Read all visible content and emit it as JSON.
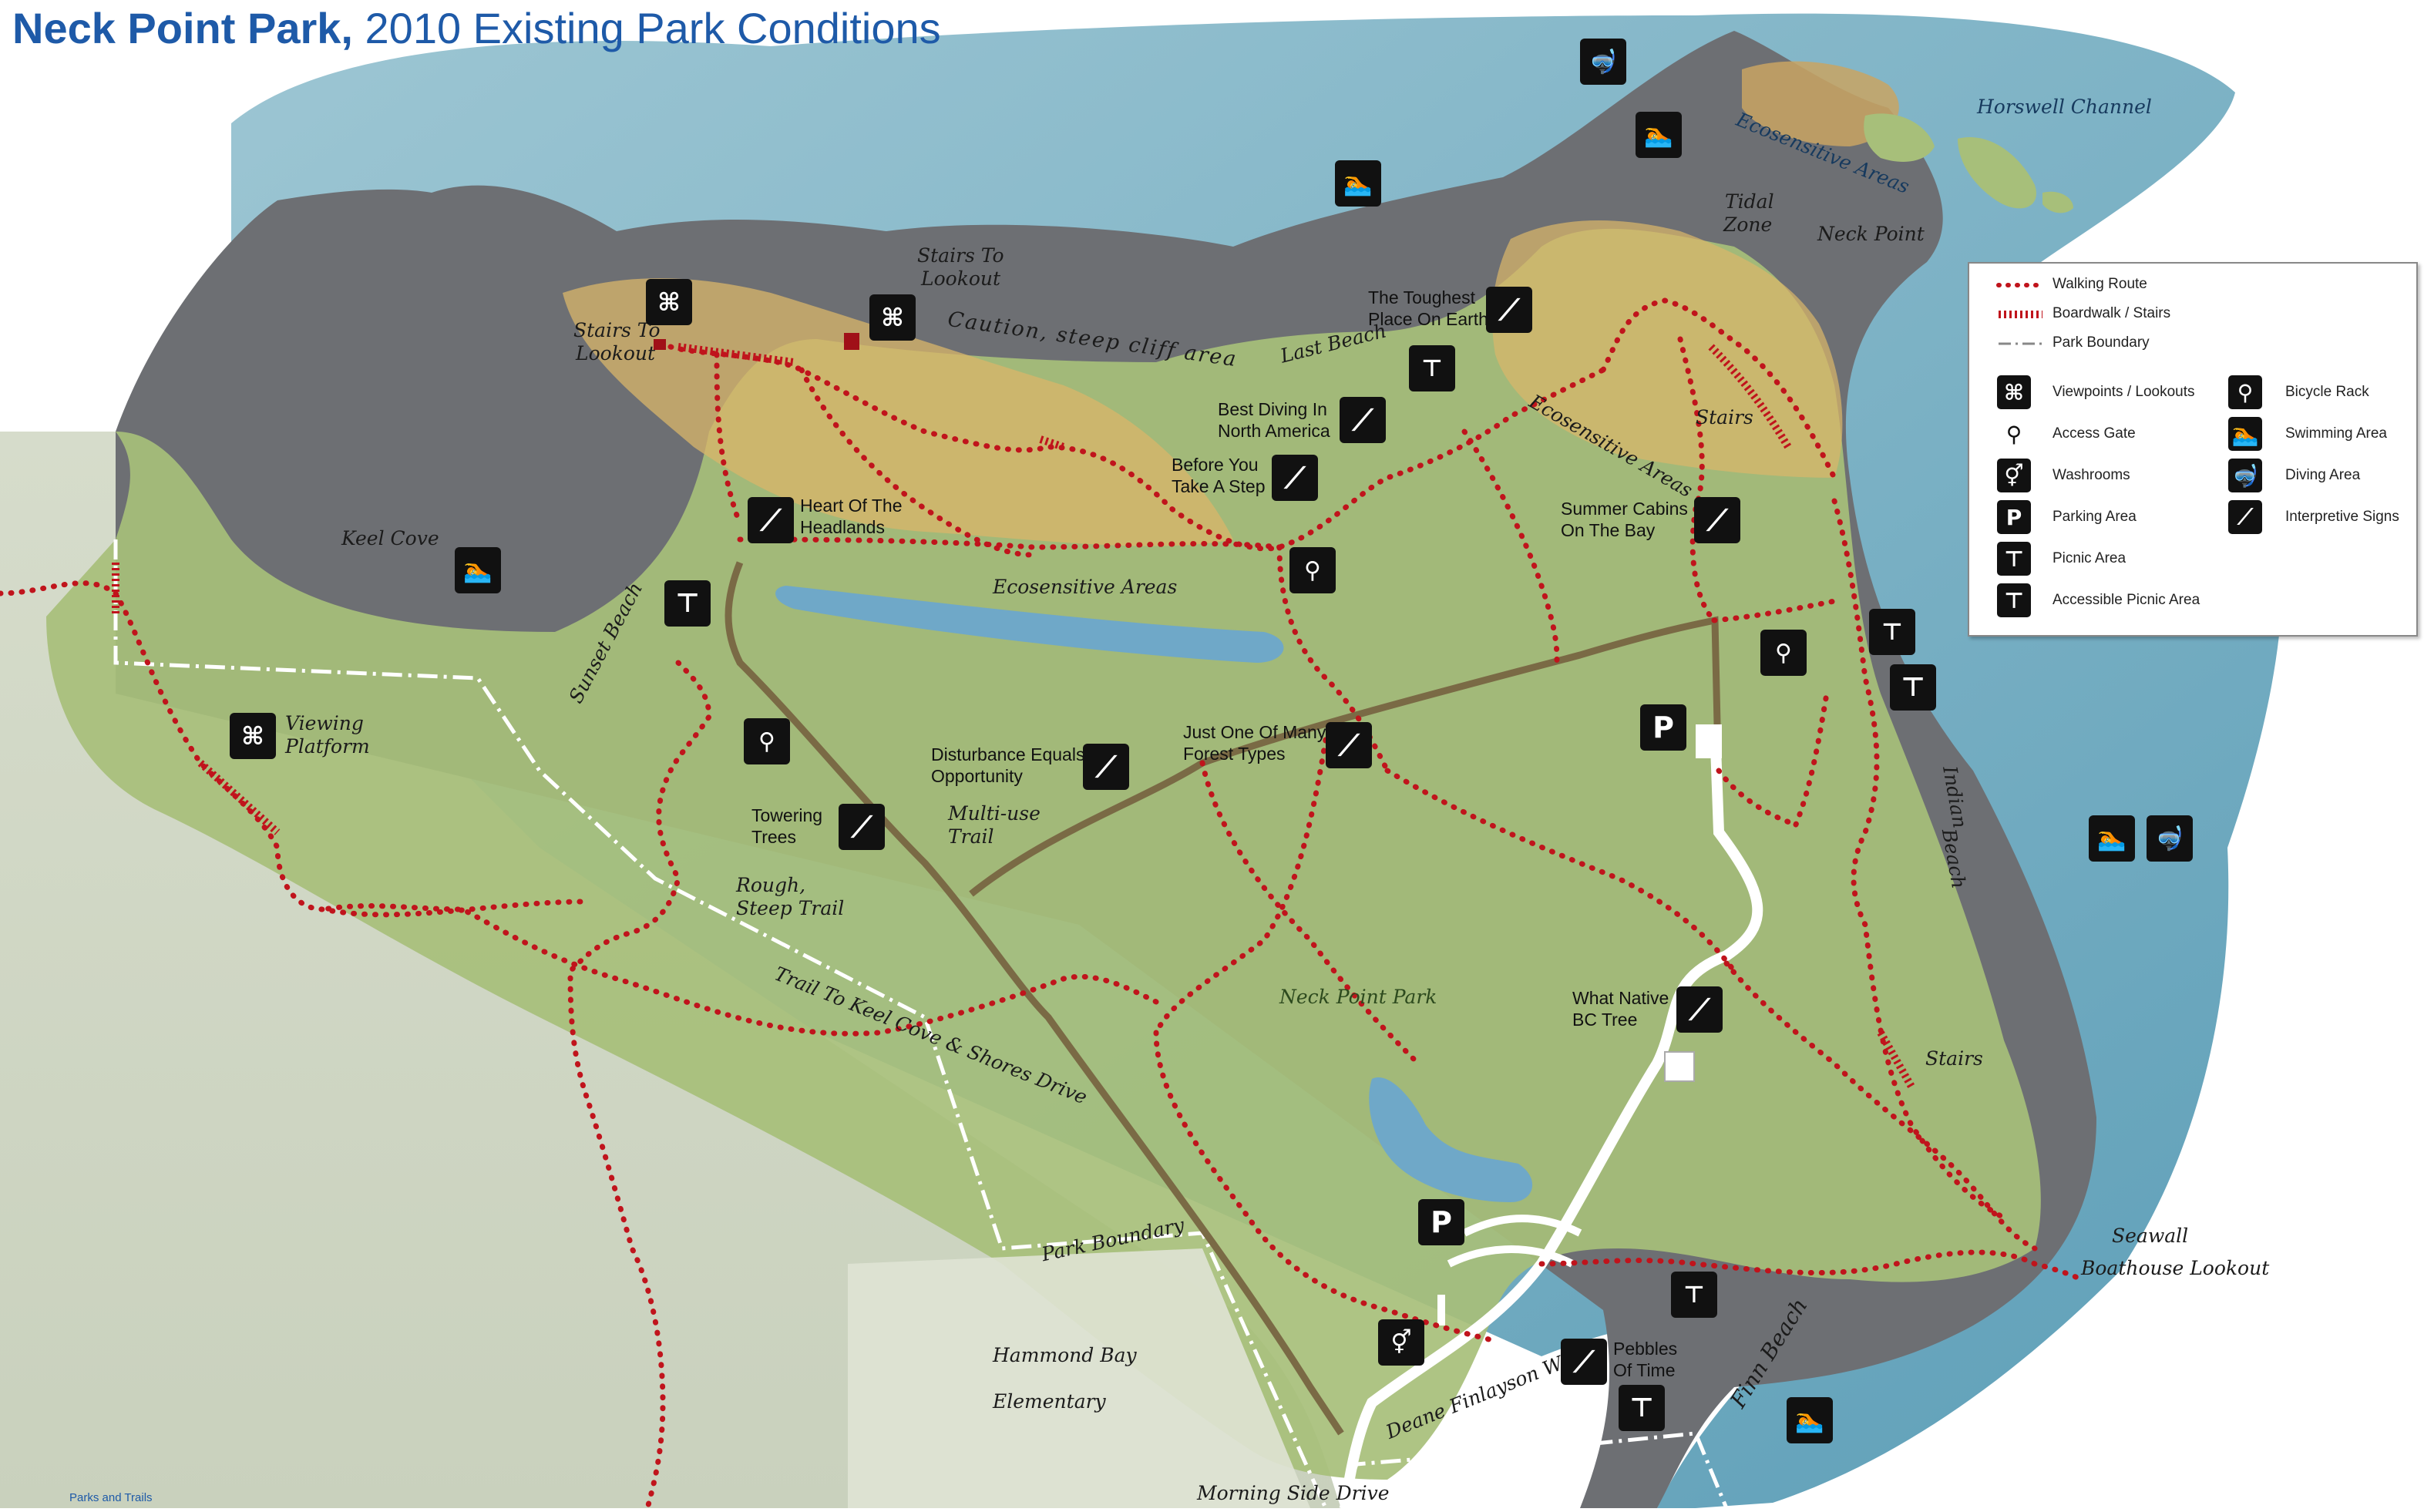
{
  "title": {
    "bold": "Neck Point Park,",
    "rest": "2010 Existing Park Conditions"
  },
  "colors": {
    "water": "#7fb3c4",
    "rock": "#6d6f73",
    "park": "#a7bf7a",
    "ecosensitive": "#d9b56a",
    "trail": "#c0141c",
    "multiuse": "#7a6a45",
    "title": "#1e5aa8"
  },
  "places": {
    "horswell_channel": "Horswell Channel",
    "eco_top": "Ecosensitive Areas",
    "tidal": "Tidal",
    "zone": "Zone",
    "neck_point": "Neck Point",
    "stairs_to_lookout_a1": "Stairs To",
    "stairs_to_lookout_a2": "Lookout",
    "stairs_to_lookout_b1": "Stairs To",
    "stairs_to_lookout_b2": "Lookout",
    "caution": "Caution, steep cliff area",
    "last_beach": "Last Beach",
    "eco_right": "Ecosensitive Areas",
    "stairs_right": "Stairs",
    "keel_cove": "Keel Cove",
    "sunset_beach": "Sunset Beach",
    "eco_middle": "Ecosensitive Areas",
    "viewing_1": "Viewing",
    "viewing_2": "Platform",
    "multi_1": "Multi-use",
    "multi_2": "Trail",
    "rough_1": "Rough,",
    "rough_2": "Steep Trail",
    "trail_keel": "Trail To Keel Cove & Shores Drive",
    "neck_point_park": "Neck Point Park",
    "indian": "Indian",
    "beach": "Beach",
    "stairs_lower": "Stairs",
    "seawall": "Seawall",
    "boathouse": "Boathouse Lookout",
    "park_boundary": "Park Boundary",
    "hammond_1": "Hammond Bay",
    "hammond_2": "Elementary",
    "finn_beach": "Finn Beach",
    "deane": "Deane Finlayson Way",
    "morning_side": "Morning Side Drive"
  },
  "signs": {
    "toughest_1": "The Toughest",
    "toughest_2": "Place On Earth",
    "diving_1": "Best Diving In",
    "diving_2": "North America",
    "step_1": "Before You",
    "step_2": "Take A Step",
    "heart_1": "Heart Of The",
    "heart_2": "Headlands",
    "cabins_1": "Summer Cabins",
    "cabins_2": "On The Bay",
    "disturb_1": "Disturbance Equals",
    "disturb_2": "Opportunity",
    "forest_1": "Just One Of Many",
    "forest_2": "Forest Types",
    "towering_1": "Towering",
    "towering_2": "Trees",
    "native_1": "What Native",
    "native_2": "BC Tree",
    "pebbles_1": "Pebbles",
    "pebbles_2": "Of Time"
  },
  "icons": {
    "parking": "P",
    "accessible": "a"
  },
  "legend": {
    "walking_route": "Walking Route",
    "boardwalk": "Boardwalk / Stairs",
    "park_boundary": "Park Boundary",
    "viewpoints": "Viewpoints / Lookouts",
    "access_gate": "Access Gate",
    "washrooms": "Washrooms",
    "parking_area": "Parking Area",
    "picnic_area": "Picnic Area",
    "accessible_picnic": "Accessible Picnic Area",
    "bicycle_rack": "Bicycle Rack",
    "swimming_area": "Swimming Area",
    "diving_area": "Diving Area",
    "interpretive_signs": "Interpretive Signs"
  },
  "footer": "Parks and Trails"
}
